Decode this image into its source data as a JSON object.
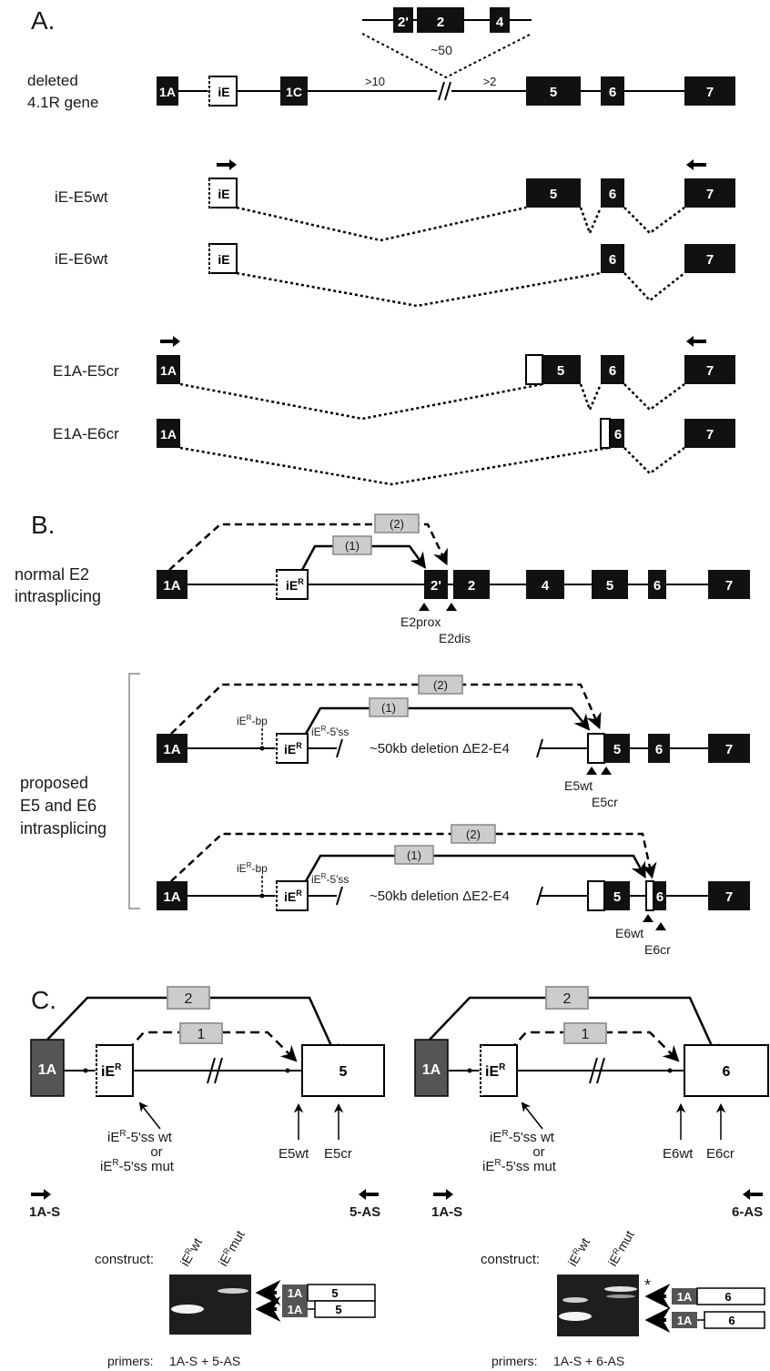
{
  "panels": {
    "a": "A.",
    "b": "B.",
    "c": "C."
  },
  "panel_a": {
    "gene_label_1": "deleted",
    "gene_label_2": "4.1R gene",
    "ex_1A": "1A",
    "ex_iE": "iE",
    "ex_1C": "1C",
    "ex_5": "5",
    "ex_6": "6",
    "ex_7": "7",
    "ex_2p": "2'",
    "ex_2": "2",
    "ex_4": "4",
    "dist_gt10": ">10",
    "dist_gt2": ">2",
    "dist_50": "~50",
    "t1": "iE-E5wt",
    "t2": "iE-E6wt",
    "t3": "E1A-E5cr",
    "t4": "E1A-E6cr"
  },
  "panel_b": {
    "normal_1": "normal E2",
    "normal_2": "intrasplicing",
    "proposed_1": "proposed",
    "proposed_2": "E5 and E6",
    "proposed_3": "intrasplicing",
    "route_1": "(1)",
    "route_2": "(2)",
    "ex_1A": "1A",
    "ex_iER": "iE",
    "sup_R": "R",
    "ex_2p": "2'",
    "ex_2": "2",
    "ex_4": "4",
    "ex_5": "5",
    "ex_6": "6",
    "ex_7": "7",
    "e2prox": "E2prox",
    "e2dis": "E2dis",
    "bp": "-bp",
    "ss5": "-5'ss",
    "deletion": "~50kb deletion ΔE2-E4",
    "e5wt": "E5wt",
    "e5cr": "E5cr",
    "e6wt": "E6wt",
    "e6cr": "E6cr"
  },
  "panel_c": {
    "box_1": "1",
    "box_2": "2",
    "ex_1A": "1A",
    "ex_5": "5",
    "ex_6": "6",
    "ss_wt": "-5'ss wt",
    "or": "or",
    "ss_mut": "-5'ss mut",
    "e5wt": "E5wt",
    "e5cr": "E5cr",
    "e6wt": "E6wt",
    "e6cr": "E6cr",
    "primer_1AS": "1A-S",
    "primer_5AS": "5-AS",
    "primer_6AS": "6-AS",
    "construct": "construct:",
    "lane_wt": "wt",
    "lane_mut": "mut",
    "primers_label": "primers:",
    "primers_5": "1A-S + 5-AS",
    "primers_6": "1A-S + 6-AS",
    "star": "*"
  }
}
